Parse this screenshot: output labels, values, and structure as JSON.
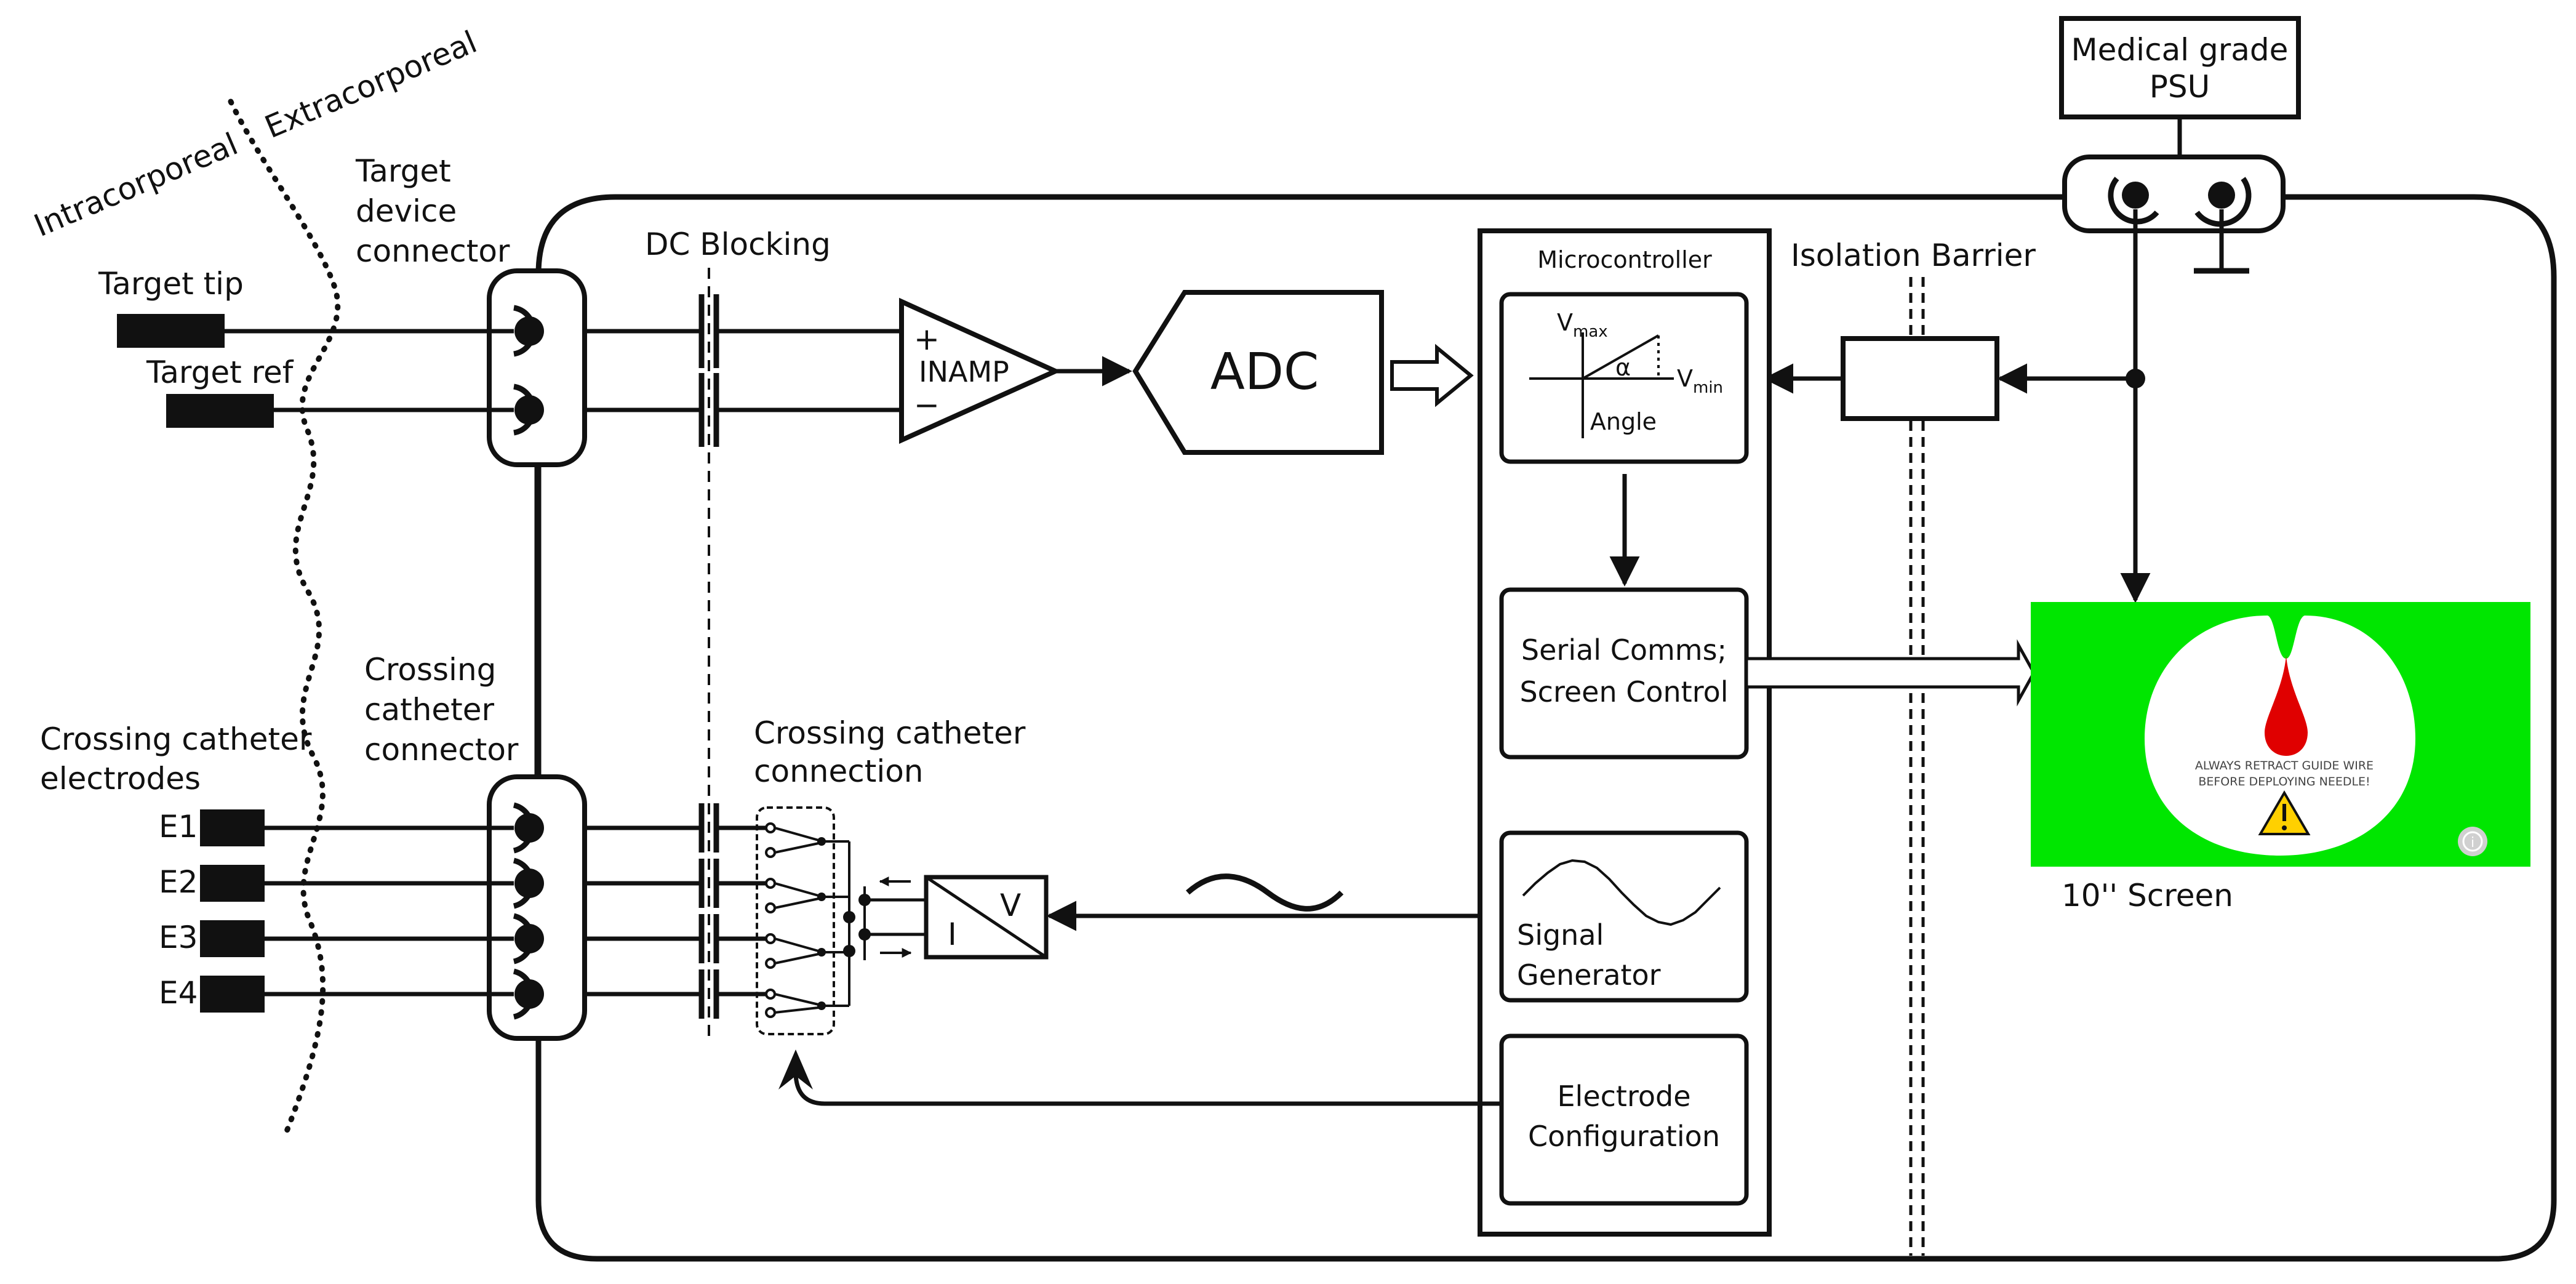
{
  "labels": {
    "intracorporeal": "Intracorporeal",
    "extracorporeal": "Extracorporeal",
    "target_device_connector": [
      "Target",
      "device",
      "connector"
    ],
    "target_tip": "Target tip",
    "target_ref": "Target ref",
    "dc_blocking": "DC Blocking",
    "inamp": "INAMP",
    "inamp_plus": "+",
    "inamp_minus": "−",
    "adc": "ADC",
    "microcontroller": "Microcontroller",
    "isolation_barrier": "Isolation Barrier",
    "psu": [
      "Medical grade",
      "PSU"
    ],
    "vmax": "V",
    "vmax_sub": "max",
    "vmin": "V",
    "vmin_sub": "min",
    "alpha": "α",
    "angle": "Angle",
    "serial_comms": [
      "Serial Comms;",
      "Screen Control"
    ],
    "signal_generator": [
      "Signal",
      "Generator"
    ],
    "electrode_configuration": [
      "Electrode",
      "Configuration"
    ],
    "crossing_catheter_connector": [
      "Crossing",
      "catheter",
      "connector"
    ],
    "crossing_catheter_electrodes": [
      "Crossing catheter",
      "electrodes"
    ],
    "crossing_catheter_connection": [
      "Crossing catheter",
      "connection"
    ],
    "electrodes": [
      "E1",
      "E2",
      "E3",
      "E4"
    ],
    "iv_i": "I",
    "iv_v": "V",
    "screen": "10'' Screen",
    "screen_warning": [
      "ALWAYS RETRACT GUIDE WIRE",
      "BEFORE DEPLOYING NEEDLE!"
    ],
    "info_symbol": "i"
  },
  "colors": {
    "screen_background": "#00e600",
    "drop": "#e00000",
    "warning_yellow": "#ffd000",
    "line": "#111111"
  }
}
